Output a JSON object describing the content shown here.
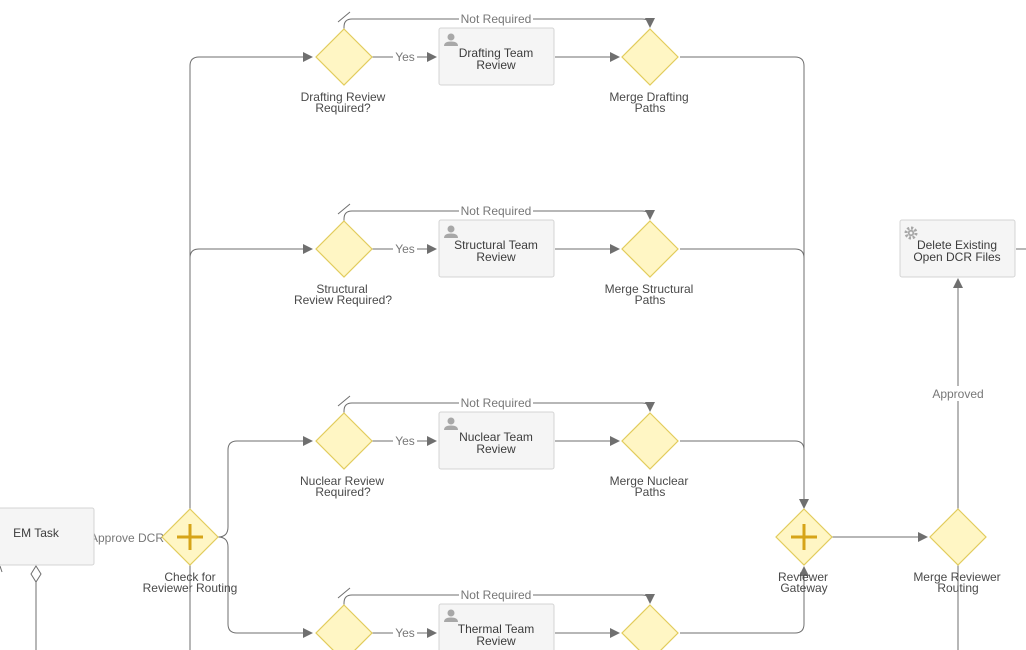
{
  "diagram": {
    "tasks": {
      "em_task": "EM Task",
      "drafting": [
        "Drafting Team",
        "Review"
      ],
      "structural": [
        "Structural Team",
        "Review"
      ],
      "nuclear": [
        "Nuclear Team",
        "Review"
      ],
      "thermal": [
        "Thermal Team",
        "Review"
      ],
      "delete": [
        "Delete Existing",
        "Open DCR Files"
      ]
    },
    "gateways": {
      "check_routing": [
        "Check for",
        "Reviewer Routing"
      ],
      "drafting_req": [
        "Drafting Review",
        "Required?"
      ],
      "structural_req": [
        "Structural",
        "Review Required?"
      ],
      "nuclear_req": [
        "Nuclear Review",
        "Required?"
      ],
      "merge_drafting": [
        "Merge Drafting",
        "Paths"
      ],
      "merge_structural": [
        "Merge Structural",
        "Paths"
      ],
      "merge_nuclear": [
        "Merge Nuclear",
        "Paths"
      ],
      "reviewer_gateway": [
        "Reviewer",
        "Gateway"
      ],
      "merge_reviewer": [
        "Merge Reviewer",
        "Routing"
      ]
    },
    "edges": {
      "approve_dcr": "Approve DCR",
      "yes": "Yes",
      "not_required": "Not Required",
      "approved": "Approved"
    },
    "icons": {
      "user_task": "user-icon",
      "service_task": "gear-icon"
    }
  }
}
